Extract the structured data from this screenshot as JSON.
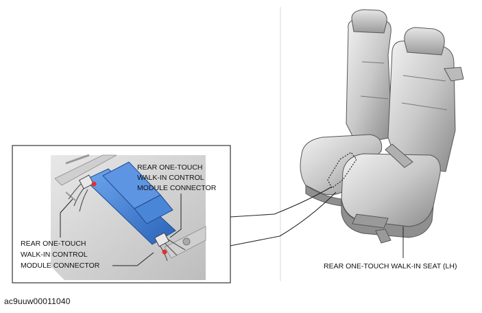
{
  "figure_id": "ac9uuw00011040",
  "labels": {
    "connector_top": [
      "REAR ONE-TOUCH",
      "WALK-IN CONTROL",
      "MODULE CONNECTOR"
    ],
    "connector_bottom": [
      "REAR ONE-TOUCH",
      "WALK-IN CONTROL",
      "MODULE CONNECTOR"
    ],
    "seat": "REAR ONE-TOUCH WALK-IN SEAT (LH)"
  },
  "colors": {
    "module": "#3d7fd6",
    "connector_marker": "#e03030"
  },
  "icons": [
    "rear-seat-illustration",
    "control-module-illustration",
    "connector-marker-icon"
  ]
}
